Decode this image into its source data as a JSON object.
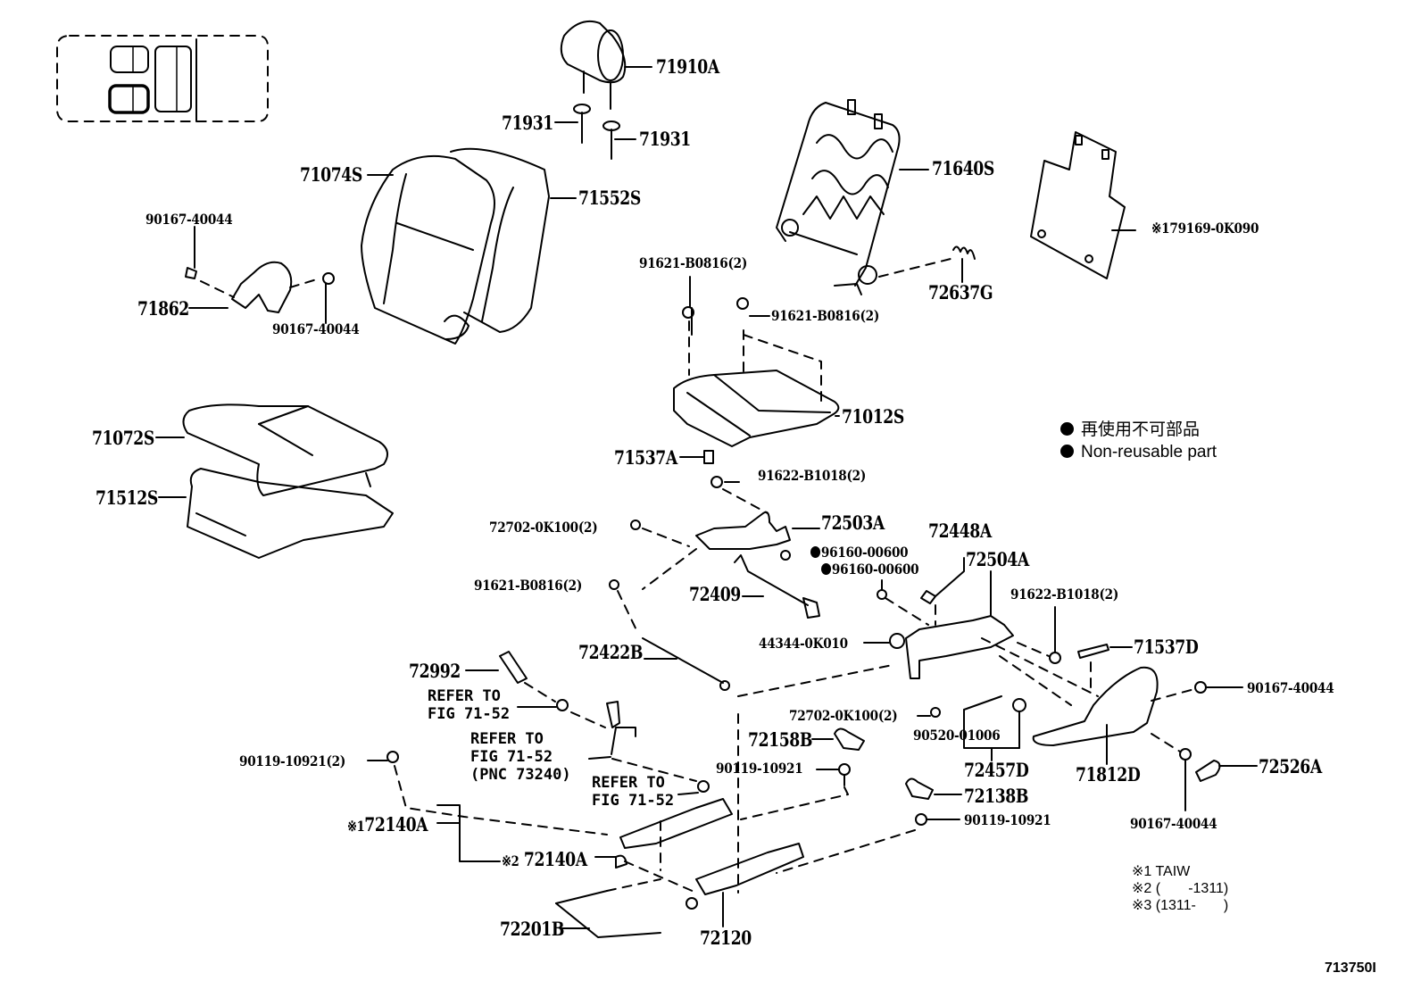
{
  "diagram": {
    "figure_id": "713750I",
    "location_key": "seat-location-key",
    "parts": {
      "p71910A": "71910A",
      "p71931a": "71931",
      "p71931b": "71931",
      "p71074S": "71074S",
      "p71552S": "71552S",
      "p71640S": "71640S",
      "p90167_40044_a": "90167-40044",
      "p71862": "71862",
      "p90167_40044_b": "90167-40044",
      "p79169": "79169-0K090",
      "p79169_mark": "※1",
      "p72637G": "72637G",
      "p91621_a": "91621-B0816(2)",
      "p91621_b": "91621-B0816(2)",
      "p71072S": "71072S",
      "p71512S": "71512S",
      "p71012S": "71012S",
      "p71537A": "71537A",
      "p91622_a": "91622-B1018(2)",
      "p72702_a": "72702-0K100(2)",
      "p72503A": "72503A",
      "p96160_a": "96160-00600",
      "p96160_b": "96160-00600",
      "p72448A": "72448A",
      "p72504A": "72504A",
      "p91621_c": "91621-B0816(2)",
      "p72409": "72409",
      "p91622_b": "91622-B1018(2)",
      "p44344": "44344-0K010",
      "p71537D": "71537D",
      "p72422B": "72422B",
      "p72992": "72992",
      "p90167_40044_c": "90167-40044",
      "p72702_b": "72702-0K100(2)",
      "p90520": "90520-01006",
      "p72158B": "72158B",
      "p90119_a": "90119-10921",
      "p72457D": "72457D",
      "p71812D": "71812D",
      "p72526A": "72526A",
      "p90167_40044_d": "90167-40044",
      "p90119_b": "90119-10921(2)",
      "p72138B": "72138B",
      "p90119_c": "90119-10921",
      "p72140A_1": "72140A",
      "p72140A_1_mark": "※1",
      "p72140A_2": "72140A",
      "p72140A_2_mark": "※2",
      "p72201B": "72201B",
      "p72120": "72120"
    },
    "references": {
      "ref1_line1": "REFER TO",
      "ref1_line2": "FIG 71-52",
      "ref2_line1": "REFER TO",
      "ref2_line2": "FIG 71-52",
      "ref2_line3": "(PNC 73240)",
      "ref3_line1": "REFER TO",
      "ref3_line2": "FIG 71-52"
    },
    "legend": {
      "japanese": "再使用不可部品",
      "english": "Non-reusable part",
      "marker_color": "#000000"
    },
    "notes": [
      "※1 TAIW",
      "※2 (       -1311)",
      "※3 (1311-       )"
    ]
  }
}
